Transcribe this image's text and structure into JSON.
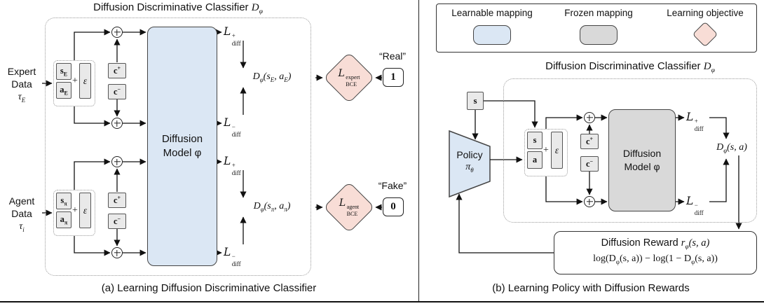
{
  "colors": {
    "learnable": "#dbe7f4",
    "frozen": "#d9d9d9",
    "objective": "#f8ddd6"
  },
  "panel_a": {
    "title_prefix": "Diffusion Discriminative Classifier ",
    "title_math": "D_{φ}",
    "expert": {
      "line1": "Expert",
      "line2": "Data",
      "tau": "τ_{E}"
    },
    "agent": {
      "line1": "Agent",
      "line2": "Data",
      "tau": "τ_{i}"
    },
    "expert_sample": {
      "s": "s_{E}",
      "a": "a_{E}",
      "plus": "+",
      "eps": "ε"
    },
    "agent_sample": {
      "s": "s_{π}",
      "a": "a_{π}",
      "plus": "+",
      "eps": "ε"
    },
    "c_plus": "c^{+}",
    "c_minus": "c^{−}",
    "model_line1": "Diffusion",
    "model_line2": "Model φ",
    "loss_plus": "L^{+}_{diff}",
    "loss_minus": "L^{−}_{diff}",
    "d_expert": "D_{φ}(s_{E}, a_{E})",
    "d_agent": "D_{φ}(s_{π}, a_{π})",
    "bce_expert": {
      "base": "L",
      "sup": "expert",
      "sub": "BCE"
    },
    "bce_agent": {
      "base": "L",
      "sup": "agent",
      "sub": "BCE"
    },
    "real_label": "“Real”",
    "fake_label": "“Fake”",
    "one": "1",
    "zero": "0",
    "caption": "(a) Learning Diffusion Discriminative Classifier"
  },
  "panel_b": {
    "legend": {
      "learnable": "Learnable mapping",
      "frozen": "Frozen mapping",
      "objective": "Learning objective"
    },
    "title_prefix": "Diffusion Discriminative Classifier ",
    "title_math": "D_{φ}",
    "state": "s",
    "policy_line1": "Policy",
    "policy_math": "π_{θ}",
    "sample": {
      "s": "s",
      "a": "a",
      "plus": "+",
      "eps": "ε"
    },
    "c_plus": "c^{+}",
    "c_minus": "c^{−}",
    "model_line1": "Diffusion",
    "model_line2": "Model φ",
    "loss_plus": "L^{+}_{diff}",
    "loss_minus": "L^{−}_{diff}",
    "d_sa": "D_{φ}(s, a)",
    "reward_title_prefix": "Diffusion Reward ",
    "reward_title_math": "r_{φ}(s, a)",
    "reward_formula": "log(D_{φ}(s, a)) − log(1 − D_{φ}(s, a))",
    "caption": "(b) Learning Policy with Diffusion Rewards"
  }
}
